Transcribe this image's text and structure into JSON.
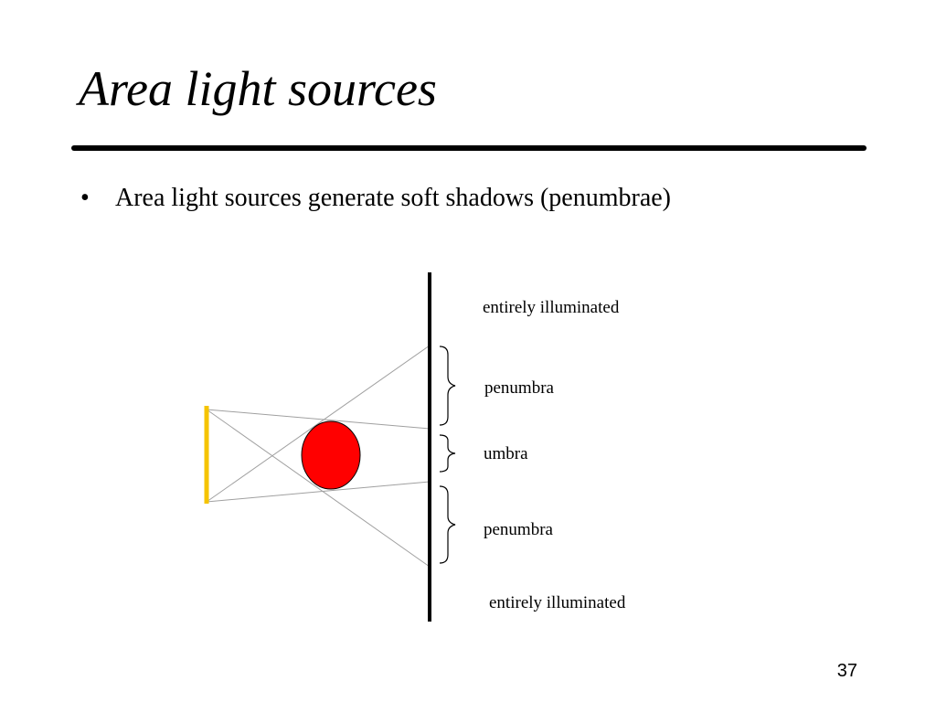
{
  "slide": {
    "title": "Area light sources",
    "bullet_marker": "•",
    "bullets": [
      "Area light sources generate soft shadows (penumbrae)"
    ],
    "page_number": "37"
  },
  "diagram": {
    "labels": {
      "top_illuminated": "entirely illuminated",
      "upper_penumbra": "penumbra",
      "umbra": "umbra",
      "lower_penumbra": "penumbra",
      "bottom_illuminated": "entirely illuminated"
    },
    "colors": {
      "light_source": "#f5c400",
      "occluder": "#ff0000",
      "wall": "#000000",
      "rays": "#a0a0a0"
    }
  }
}
